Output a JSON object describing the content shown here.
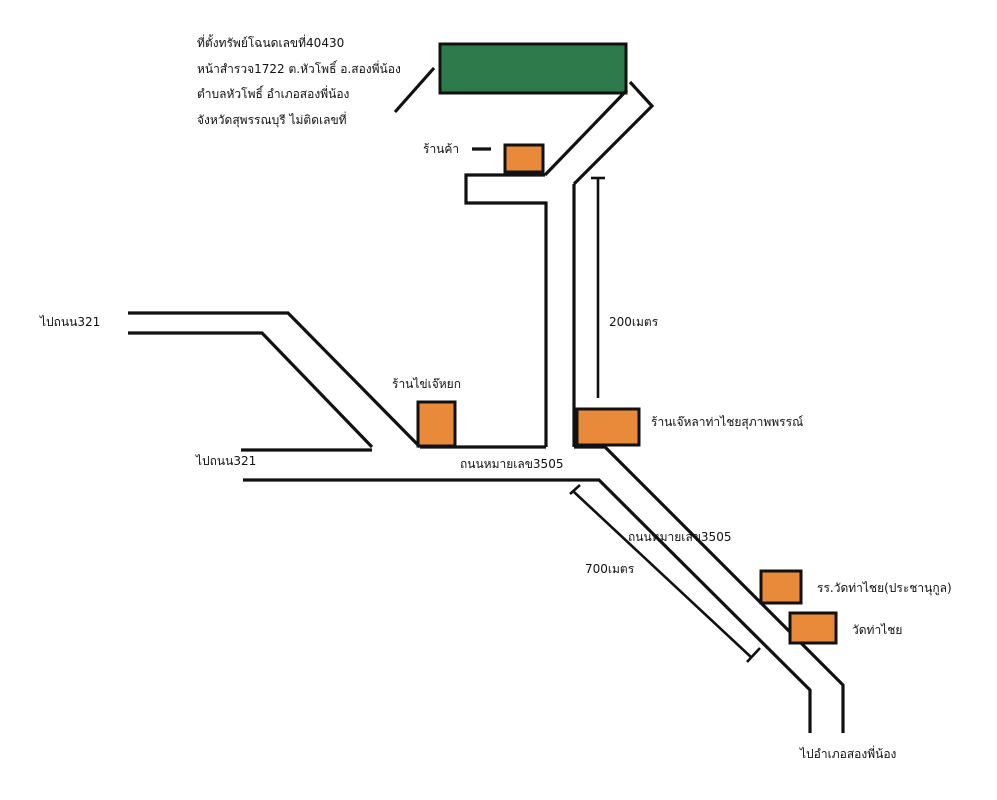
{
  "colors": {
    "target_fill": "#2f7a4a",
    "building_fill": "#e98a3b",
    "line": "#111111",
    "background": "#ffffff"
  },
  "address": {
    "line1": "ที่ตั้งทรัพย์โฉนดเลขที่40430",
    "line2": "หน้าสำรวจ1722 ต.หัวโพธิ์  อ.สองพี่น้อง",
    "line3": "ตำบลหัวโพธิ์  อำเภอสองพี่น้อง",
    "line4": "จังหวัดสุพรรณบุรี  ไม่ติดเลขที่"
  },
  "landmarks": {
    "shop": "ร้านค้า",
    "egg_shop": "ร้านไข่เจ๊หยก",
    "tha_chai_shop": "ร้านเจ๊หลาท่าไชยสุภาพพรรณ์",
    "school": "รร.วัดท่าไชย(ประชานุกูล)",
    "temple": "วัดท่าไชย"
  },
  "roads": {
    "to_321_upper": "ไปถนน321",
    "to_321_lower": "ไปถนน321",
    "route_3505_west": "ถนนหมายเลข3505",
    "route_3505_south": "ถนนหมายเลข3505",
    "to_song_phi_nong": "ไปอำเภอสองพี่น้อง"
  },
  "distances": {
    "north_segment": "200เมตร",
    "south_segment": "700เมตร"
  }
}
